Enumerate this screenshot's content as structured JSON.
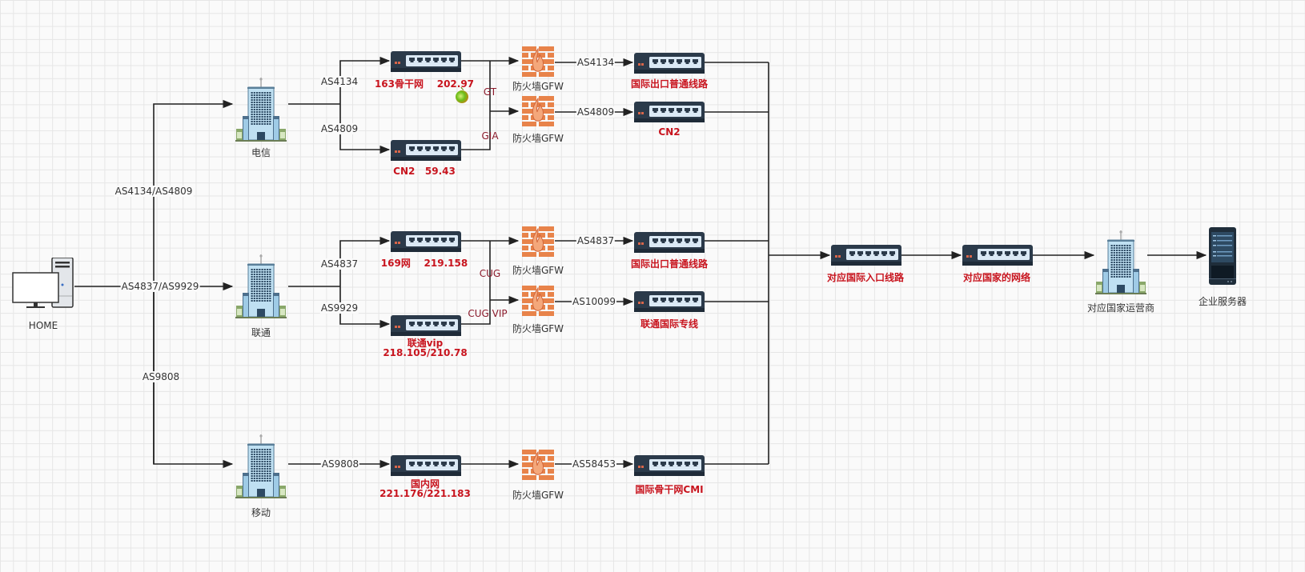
{
  "diagram": {
    "title": "",
    "colors": {
      "line": "#222222",
      "switch_body": "#2b3a4a",
      "switch_panel": "#dbe9f5",
      "firewall": "#e8834a",
      "label_red": "#c8141e",
      "label_dark_red": "#8b1a2b",
      "grid": "#e6e6e6"
    }
  },
  "nodes": {
    "home": {
      "label": "HOME",
      "icon": "desktop-computer-icon"
    },
    "telecom": {
      "label": "电信",
      "icon": "building-icon"
    },
    "unicom": {
      "label": "联通",
      "icon": "building-icon"
    },
    "mobile": {
      "label": "移动",
      "icon": "building-icon"
    },
    "sw_163": {
      "label": "163骨干网    202.97",
      "icon": "network-switch-icon"
    },
    "sw_cn2": {
      "label": "CN2   59.43",
      "icon": "network-switch-icon"
    },
    "sw_169": {
      "label": "169网    219.158",
      "icon": "network-switch-icon"
    },
    "sw_unicom_vip": {
      "label_line1": "联通vip",
      "label_line2": "218.105/210.78",
      "icon": "network-switch-icon"
    },
    "sw_domestic": {
      "label_line1": "国内网",
      "label_line2": "221.176/221.183",
      "icon": "network-switch-icon"
    },
    "fw1": {
      "label": "防火墙GFW",
      "icon": "firewall-icon"
    },
    "fw2": {
      "label": "防火墙GFW",
      "icon": "firewall-icon"
    },
    "fw3": {
      "label": "防火墙GFW",
      "icon": "firewall-icon"
    },
    "fw4": {
      "label": "防火墙GFW",
      "icon": "firewall-icon"
    },
    "fw5": {
      "label": "防火墙GFW",
      "icon": "firewall-icon"
    },
    "out_telecom_normal": {
      "label": "国际出口普通线路",
      "icon": "network-switch-icon"
    },
    "out_cn2": {
      "label": "CN2",
      "icon": "network-switch-icon"
    },
    "out_unicom_normal": {
      "label": "国际出口普通线路",
      "icon": "network-switch-icon"
    },
    "out_unicom_private": {
      "label": "联通国际专线",
      "icon": "network-switch-icon"
    },
    "out_cmi": {
      "label": "国际骨干网CMI",
      "icon": "network-switch-icon"
    },
    "intl_entry": {
      "label": "对应国际入口线路",
      "icon": "network-switch-icon"
    },
    "country_net": {
      "label": "对应国家的网络",
      "icon": "network-switch-icon"
    },
    "country_carrier": {
      "label": "对应国家运营商",
      "icon": "building-icon"
    },
    "enterprise_server": {
      "label": "企业服务器",
      "icon": "server-icon"
    }
  },
  "edges": {
    "home_telecom": "AS4134/AS4809",
    "home_unicom": "AS4837/AS9929",
    "home_mobile": "AS9808",
    "telecom_163": "AS4134",
    "telecom_cn2": "AS4809",
    "gt": "GT",
    "gia": "GIA",
    "fw1_out": "AS4134",
    "fw2_out": "AS4809",
    "unicom_169": "AS4837",
    "unicom_vip": "AS9929",
    "cug": "CUG",
    "cug_vip": "CUG VIP",
    "fw3_out": "AS4837",
    "fw4_out": "AS10099",
    "mobile_domestic": "AS9808",
    "fw5_out": "AS58453"
  }
}
